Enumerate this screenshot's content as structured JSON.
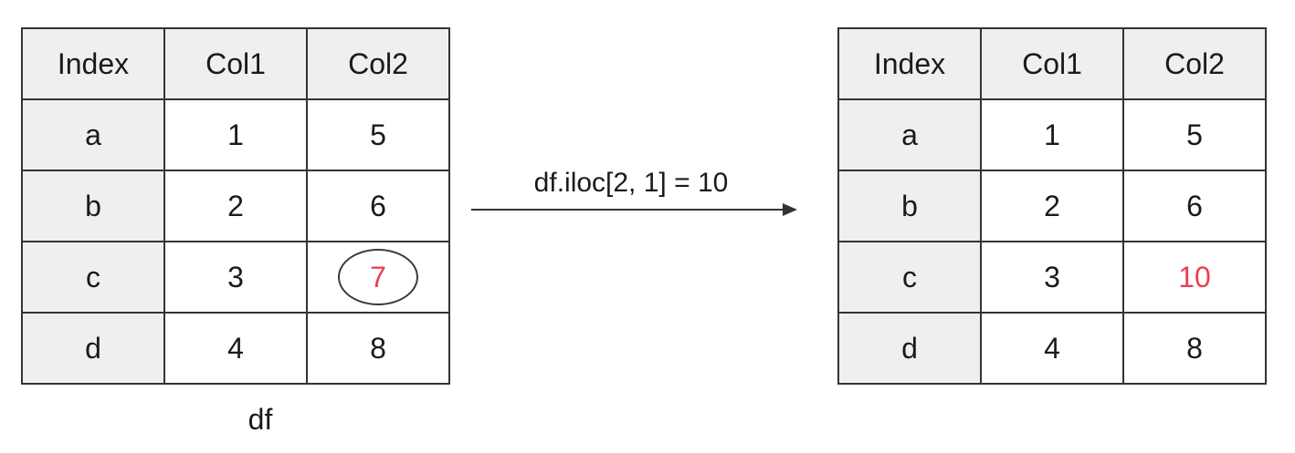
{
  "colors": {
    "highlight_red": "#e94052",
    "table_border": "#333333",
    "header_bg": "#efefef"
  },
  "left_table": {
    "caption": "df",
    "headers": [
      "Index",
      "Col1",
      "Col2"
    ],
    "rows": [
      [
        "a",
        "1",
        "5"
      ],
      [
        "b",
        "2",
        "6"
      ],
      [
        "c",
        "3",
        "7"
      ],
      [
        "d",
        "4",
        "8"
      ]
    ],
    "highlighted_cell": {
      "row_index": "c",
      "column": "Col2",
      "value": "7",
      "style": "red-circled"
    }
  },
  "arrow": {
    "label": "df.iloc[2, 1] = 10"
  },
  "right_table": {
    "headers": [
      "Index",
      "Col1",
      "Col2"
    ],
    "rows": [
      [
        "a",
        "1",
        "5"
      ],
      [
        "b",
        "2",
        "6"
      ],
      [
        "c",
        "3",
        "10"
      ],
      [
        "d",
        "4",
        "8"
      ]
    ],
    "highlighted_cell": {
      "row_index": "c",
      "column": "Col2",
      "value": "10",
      "style": "red-bold"
    }
  }
}
